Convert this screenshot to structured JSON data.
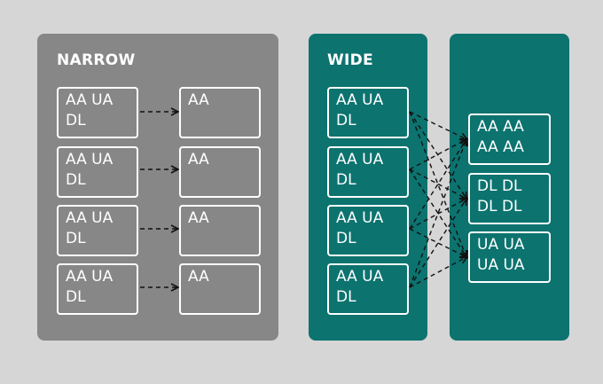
{
  "narrow": {
    "title": "NARROW",
    "sources": [
      "AA UA\nDL",
      "AA UA\nDL",
      "AA UA\nDL",
      "AA UA\nDL"
    ],
    "targets": [
      "AA",
      "AA",
      "AA",
      "AA"
    ]
  },
  "wide": {
    "title": "WIDE",
    "sources": [
      "AA UA\nDL",
      "AA UA\nDL",
      "AA UA\nDL",
      "AA UA\nDL"
    ],
    "targets": [
      "AA AA\nAA AA",
      "DL DL\nDL DL",
      "UA UA\nUA UA"
    ]
  },
  "colors": {
    "background": "#d6d6d6",
    "narrow_panel": "#878787",
    "wide_panel": "#0c736f",
    "box_border": "#ffffff",
    "arrow": "#111111"
  }
}
